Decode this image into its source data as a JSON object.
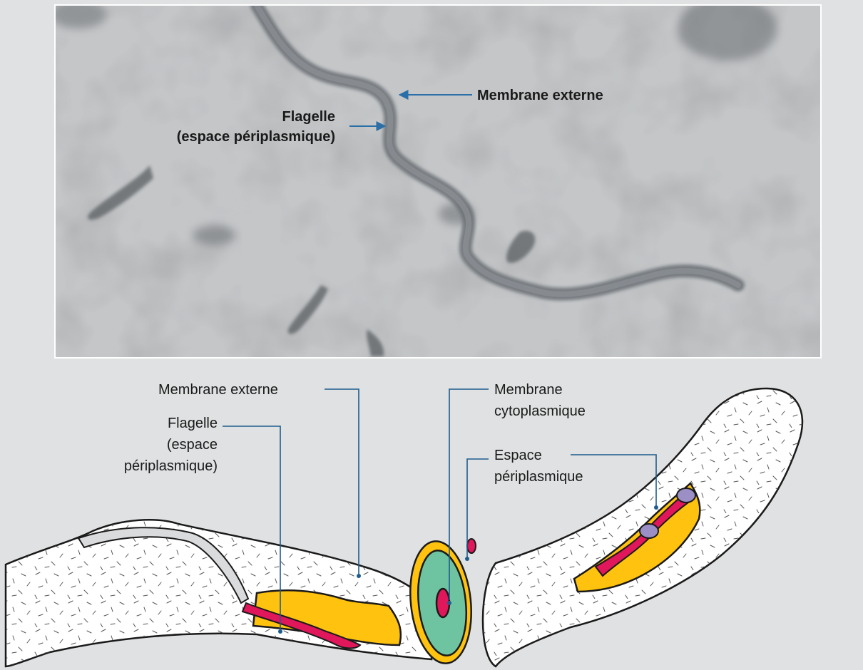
{
  "colors": {
    "background": "#dfe1e2",
    "photo_background": "#c4c6c8",
    "leader_line": "#1f5c8c",
    "arrow": "#2a6fa8",
    "cell_body": "#ffffff",
    "periplasm": "#ffc20e",
    "flagellum": "#e0175a",
    "cytoplasm": "#6ec4a0",
    "insertion": "#9b8fc6"
  },
  "photo": {
    "label_outer_membrane": "Membrane externe",
    "label_flagellum_line1": "Flagelle",
    "label_flagellum_line2": "(espace périplasmique)"
  },
  "diagram": {
    "label_outer_membrane": "Membrane externe",
    "label_flagellum_line1": "Flagelle",
    "label_flagellum_line2": "(espace",
    "label_flagellum_line3": "périplasmique)",
    "label_cyto_line1": "Membrane",
    "label_cyto_line2": "cytoplasmique",
    "label_peri_line1": "Espace",
    "label_peri_line2": "périplasmique"
  },
  "icons": [
    "arrow-icon",
    "leader-line-icon"
  ]
}
